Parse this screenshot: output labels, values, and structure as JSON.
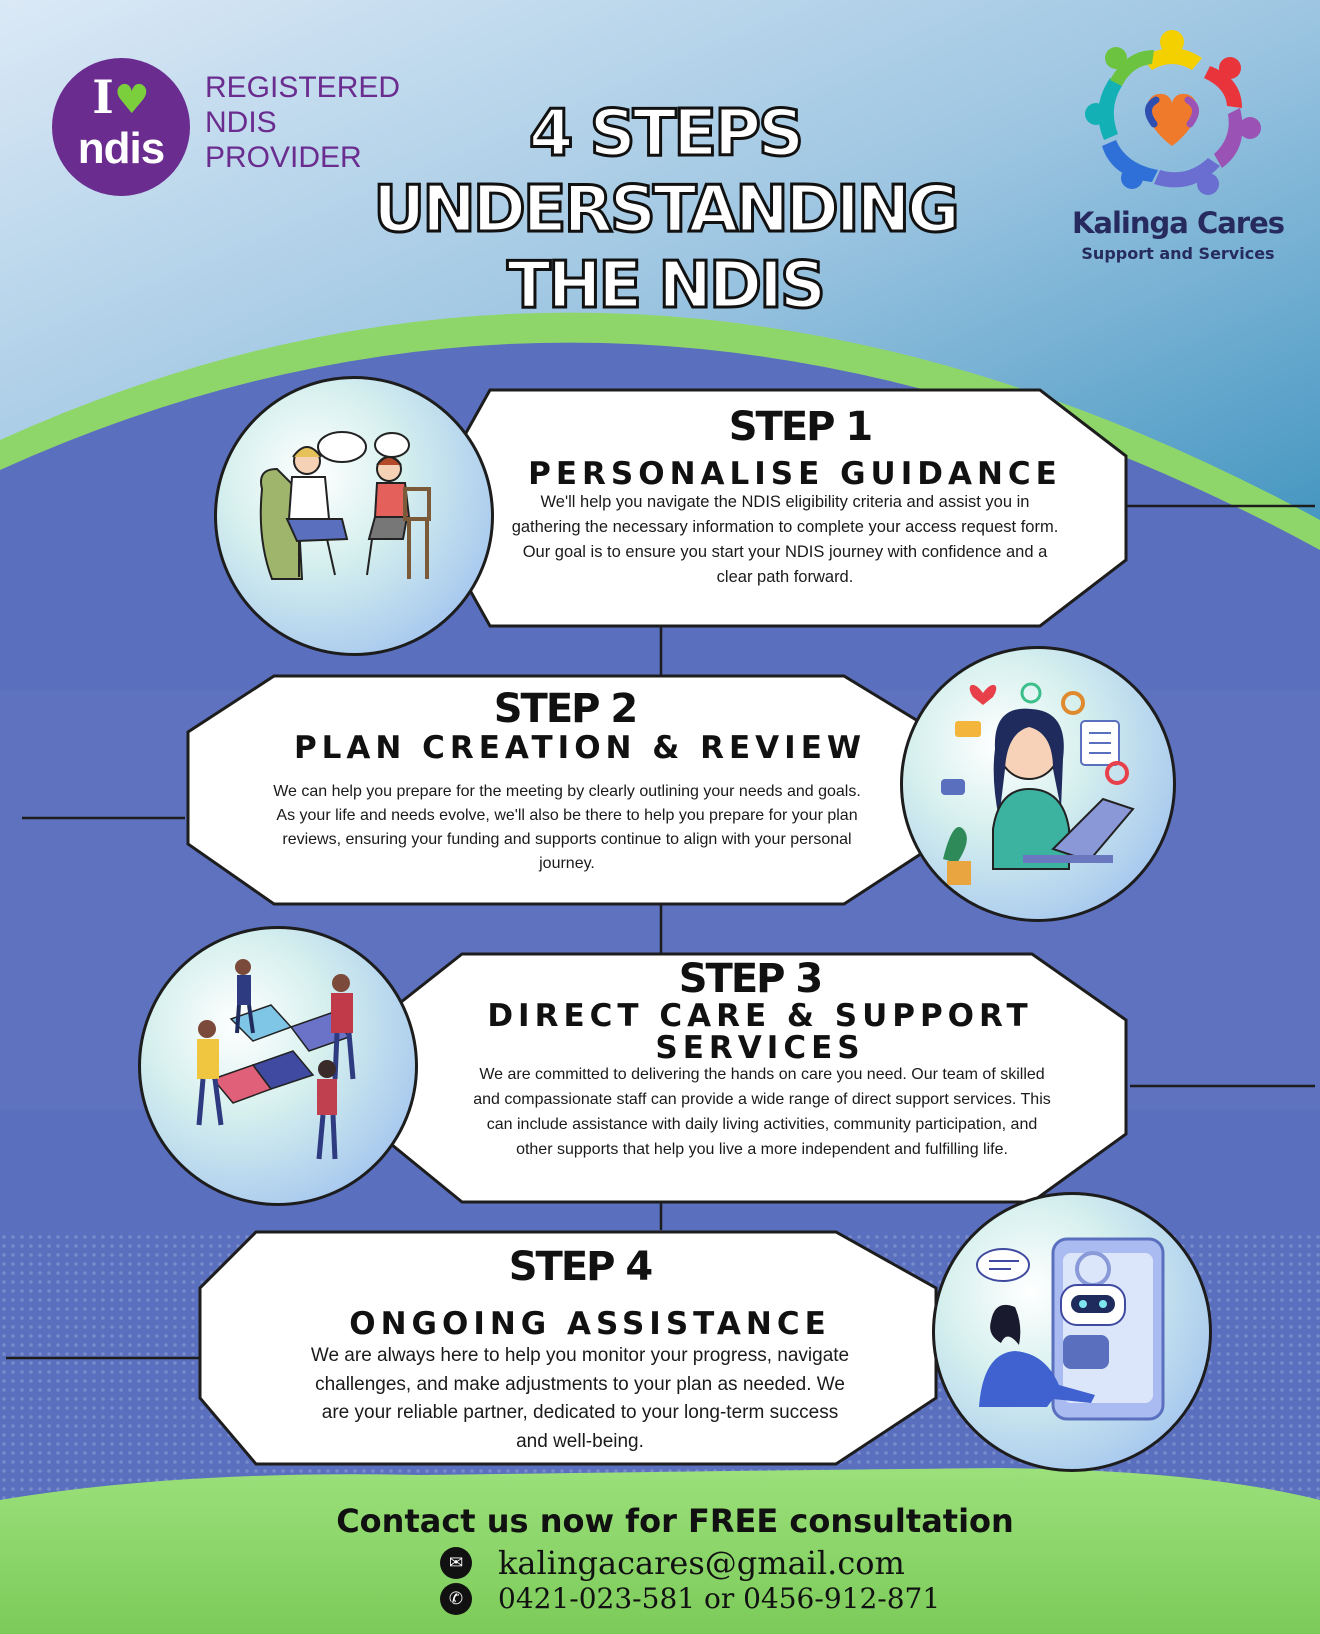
{
  "header": {
    "ndis_logo": {
      "line1": "I",
      "heart": "♥",
      "line2": "ndis"
    },
    "registered": [
      "REGISTERED",
      "NDIS",
      "PROVIDER"
    ],
    "title": [
      "4 STEPS",
      "UNDERSTANDING",
      "THE NDIS"
    ],
    "brand": {
      "name": "Kalinga Cares",
      "tagline": "Support and Services"
    }
  },
  "steps": [
    {
      "label": "STEP 1",
      "heading": "PERSONALISE GUIDANCE",
      "body": "We'll help you navigate the NDIS eligibility criteria and assist you in gathering the necessary information to complete your access request form. Our goal is to ensure you start your NDIS journey with confidence and a clear path forward.",
      "illustration": "consultation-illustration"
    },
    {
      "label": "STEP 2",
      "heading": "PLAN CREATION & REVIEW",
      "body": "We can help you prepare for the meeting by clearly outlining your needs and goals. As your life and needs evolve, we'll also be there to help you prepare for your plan reviews, ensuring your funding and supports continue to align with your personal journey.",
      "illustration": "laptop-planning-illustration"
    },
    {
      "label": "STEP 3",
      "heading": "DIRECT CARE & SUPPORT SERVICES",
      "body": "We are committed to delivering the hands on care you need. Our team of skilled and compassionate staff can provide a wide range of direct support services. This can include assistance with daily living activities, community participation, and other supports that help you live a more independent and fulfilling life.",
      "illustration": "teamwork-puzzle-illustration"
    },
    {
      "label": "STEP 4",
      "heading": "ONGOING ASSISTANCE",
      "body": "We are always here to help you monitor your progress, navigate challenges, and make adjustments to your plan as needed. We are your reliable partner, dedicated to your long-term success and well-being.",
      "illustration": "chatbot-support-illustration"
    }
  ],
  "footer": {
    "cta": "Contact us now for FREE consultation",
    "email": "kalingacares@gmail.com",
    "phone": "0421-023-581 or 0456-912-871"
  },
  "colors": {
    "background": "#5a6fbd",
    "sky": "#a8cbe4",
    "green": "#8fd66a",
    "ndis_purple": "#6a2c8e",
    "brand_navy": "#262a5e"
  }
}
